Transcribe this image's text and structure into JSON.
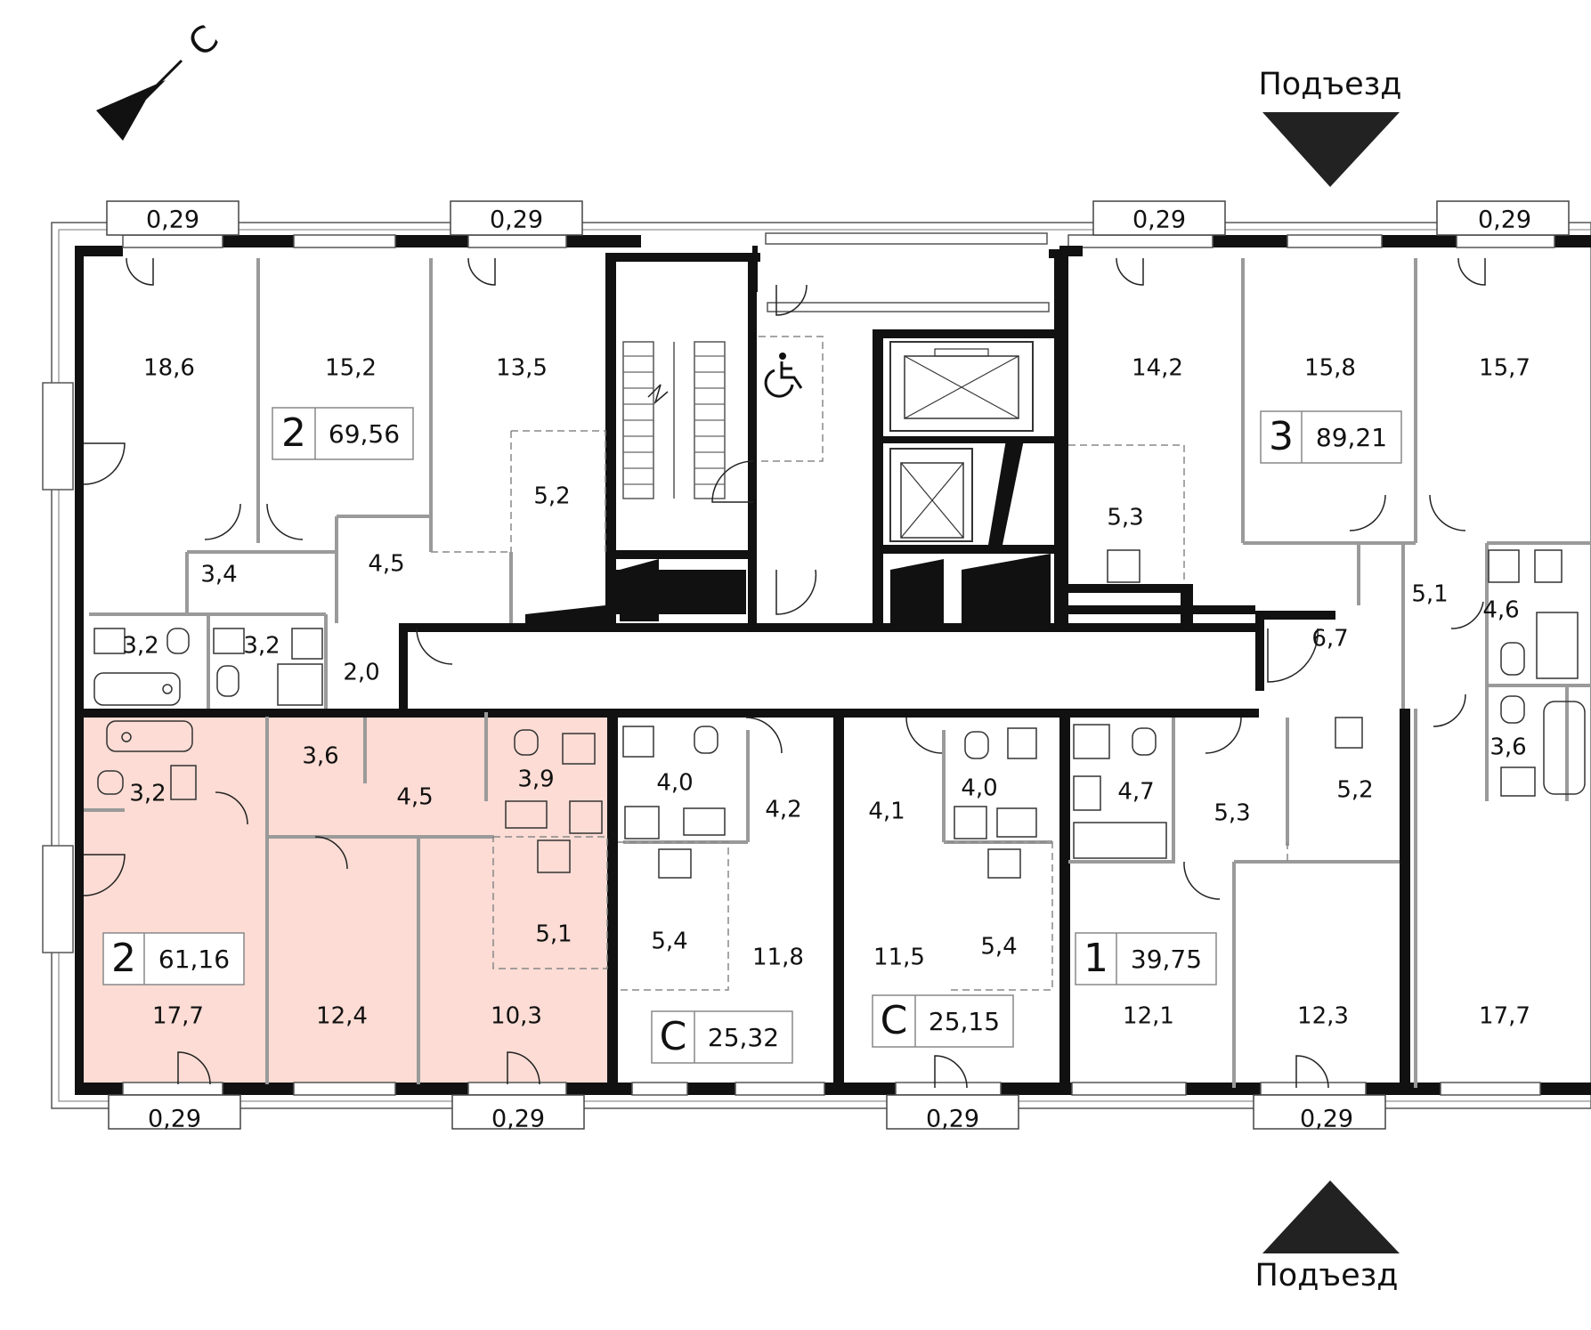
{
  "compass": {
    "label": "С"
  },
  "entrance_top": {
    "label": "Подъезд"
  },
  "entrance_bottom": {
    "label": "Подъезд"
  },
  "colors": {
    "highlight": "#fcdcd4",
    "walls": "#111111",
    "partitions": "#9a9a9a"
  },
  "apartments": [
    {
      "id": "apt-2-top",
      "type": "2",
      "area": "69,56"
    },
    {
      "id": "apt-3-top",
      "type": "3",
      "area": "89,21"
    },
    {
      "id": "apt-2-bottom-selected",
      "type": "2",
      "area": "61,16",
      "highlighted": true
    },
    {
      "id": "apt-s-1",
      "type": "С",
      "area": "25,32"
    },
    {
      "id": "apt-s-2",
      "type": "С",
      "area": "25,15"
    },
    {
      "id": "apt-1",
      "type": "1",
      "area": "39,75"
    }
  ],
  "balconies": [
    {
      "id": "b1",
      "label": "0,29"
    },
    {
      "id": "b2",
      "label": "0,29"
    },
    {
      "id": "b3",
      "label": "0,29"
    },
    {
      "id": "b4",
      "label": "0,29"
    },
    {
      "id": "b5",
      "label": "0,29"
    },
    {
      "id": "b6",
      "label": "0,29"
    },
    {
      "id": "b7",
      "label": "0,29"
    },
    {
      "id": "b8",
      "label": "0,29"
    }
  ],
  "rooms": [
    "18,6",
    "15,2",
    "13,5",
    "5,2",
    "3,4",
    "4,5",
    "3,2",
    "3,2",
    "2,0",
    "14,2",
    "15,8",
    "15,7",
    "5,3",
    "5,1",
    "4,6",
    "6,7",
    "3,6",
    "3,2",
    "3,6",
    "4,5",
    "3,9",
    "5,1",
    "17,7",
    "12,4",
    "10,3",
    "4,0",
    "4,2",
    "5,4",
    "11,8",
    "4,1",
    "4,0",
    "11,5",
    "5,4",
    "4,7",
    "5,3",
    "5,2",
    "12,1",
    "12,3",
    "17,7"
  ]
}
